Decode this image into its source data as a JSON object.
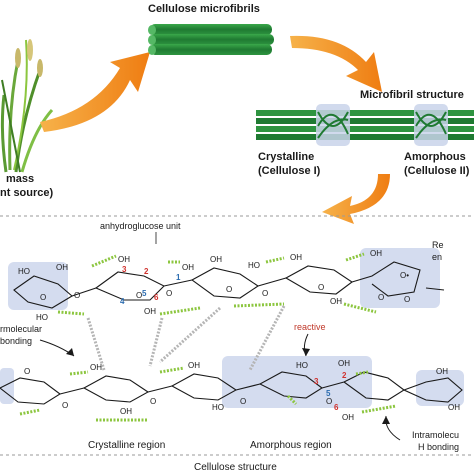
{
  "top": {
    "microfibrils_title": "Cellulose microfibrils",
    "structure_title": "Microfibril structure",
    "biomass_line1": "mass",
    "biomass_line2": "nt source)",
    "crystalline_line1": "Crystalline",
    "crystalline_line2": "(Cellulose I)",
    "amorphous_line1": "Amorphous",
    "amorphous_line2": "(Cellulose II)"
  },
  "bottom": {
    "anhydro_label": "anhydroglucose unit",
    "reducing_line1": "Re",
    "reducing_line2": "en",
    "intermolecular_line1": "rmolecular",
    "intermolecular_line2": "bonding",
    "reactive_label": "reactive",
    "crystalline_region": "Crystalline region",
    "amorphous_region": "Amorphous region",
    "intramolecular_line1": "Intramolecu",
    "intramolecular_line2": "H bonding",
    "structure_title": "Cellulose structure",
    "carbon_numbers": [
      "1",
      "2",
      "3",
      "4",
      "5",
      "6"
    ],
    "atom_labels": {
      "oh": "OH",
      "ho": "HO",
      "o": "O",
      "radical": "O•"
    }
  },
  "colors": {
    "arrow_orange": "#f39c1f",
    "fibril_green": "#2e8b3d",
    "hbond_green": "#8cc63f",
    "highlight_blue": "#d4dcef",
    "carbon_red": "#d0312d",
    "carbon_blue": "#2b6cb0",
    "reactive_red": "#c0392b"
  }
}
